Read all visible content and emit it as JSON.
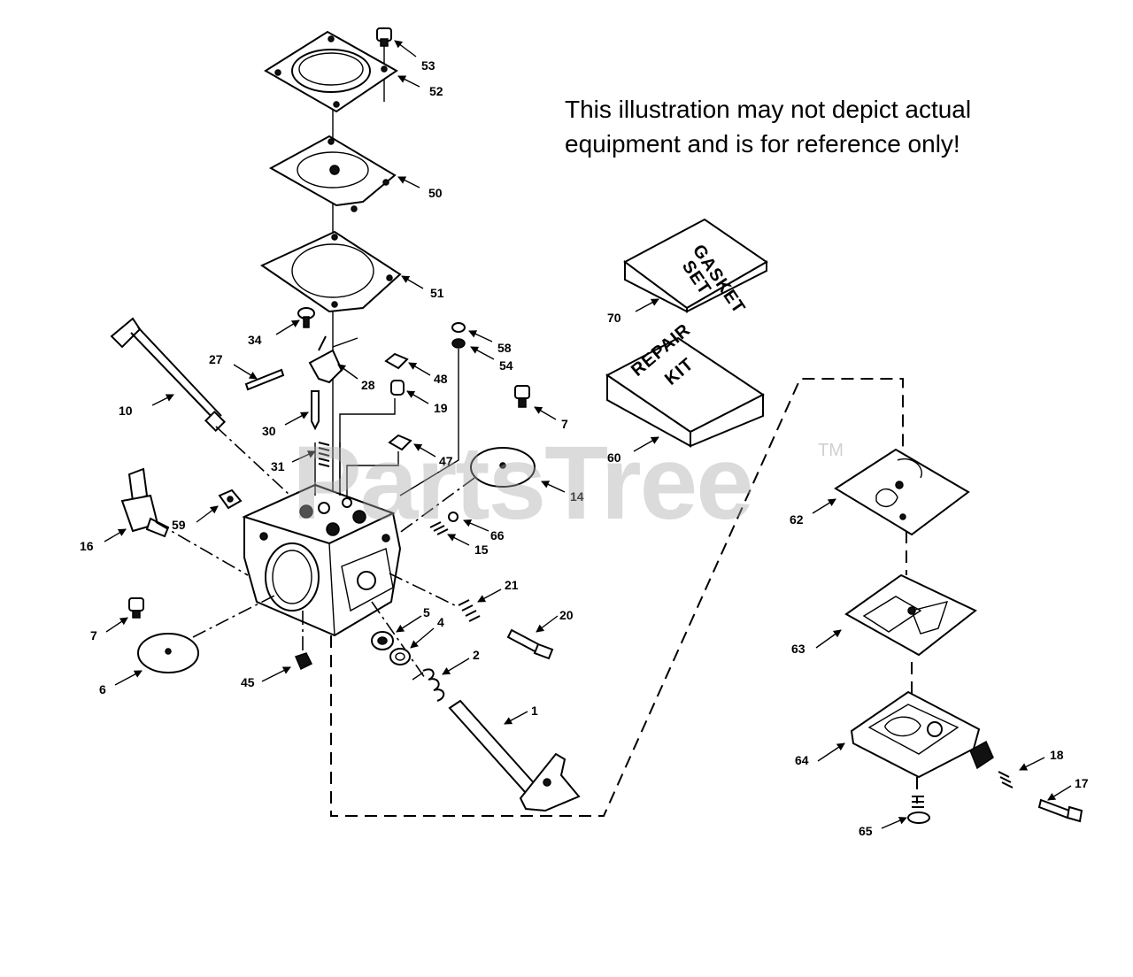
{
  "disclaimer": {
    "line1": "This illustration may not depict actual",
    "line2": "equipment and is for reference only!"
  },
  "watermark": {
    "text": "PartsTree",
    "tm": "TM"
  },
  "boxes": {
    "gasket_set": {
      "line1": "GASKET",
      "line2": "SET"
    },
    "repair_kit": {
      "line1": "REPAIR",
      "line2": "KIT"
    }
  },
  "callouts": {
    "c53": "53",
    "c52": "52",
    "c50": "50",
    "c51": "51",
    "c70": "70",
    "c60": "60",
    "c34": "34",
    "c27": "27",
    "c28": "28",
    "c10": "10",
    "c30": "30",
    "c31": "31",
    "c58": "58",
    "c54": "54",
    "c48": "48",
    "c19": "19",
    "c47": "47",
    "c7a": "7",
    "c14": "14",
    "c66": "66",
    "c15": "15",
    "c16": "16",
    "c59": "59",
    "c62": "62",
    "c21": "21",
    "c20": "20",
    "c5": "5",
    "c4": "4",
    "c2": "2",
    "c1": "1",
    "c7b": "7",
    "c6": "6",
    "c45": "45",
    "c63": "63",
    "c64": "64",
    "c18": "18",
    "c17": "17",
    "c65": "65"
  }
}
